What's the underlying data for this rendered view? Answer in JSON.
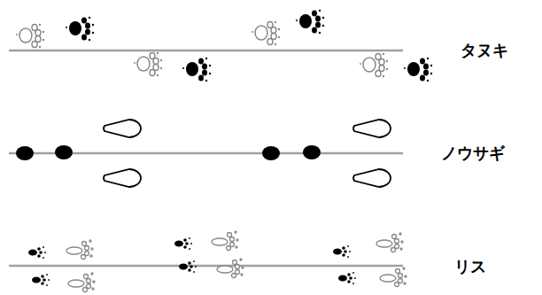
{
  "diagram": {
    "labels": [
      "タヌキ",
      "ノウサギ",
      "リス"
    ]
  }
}
